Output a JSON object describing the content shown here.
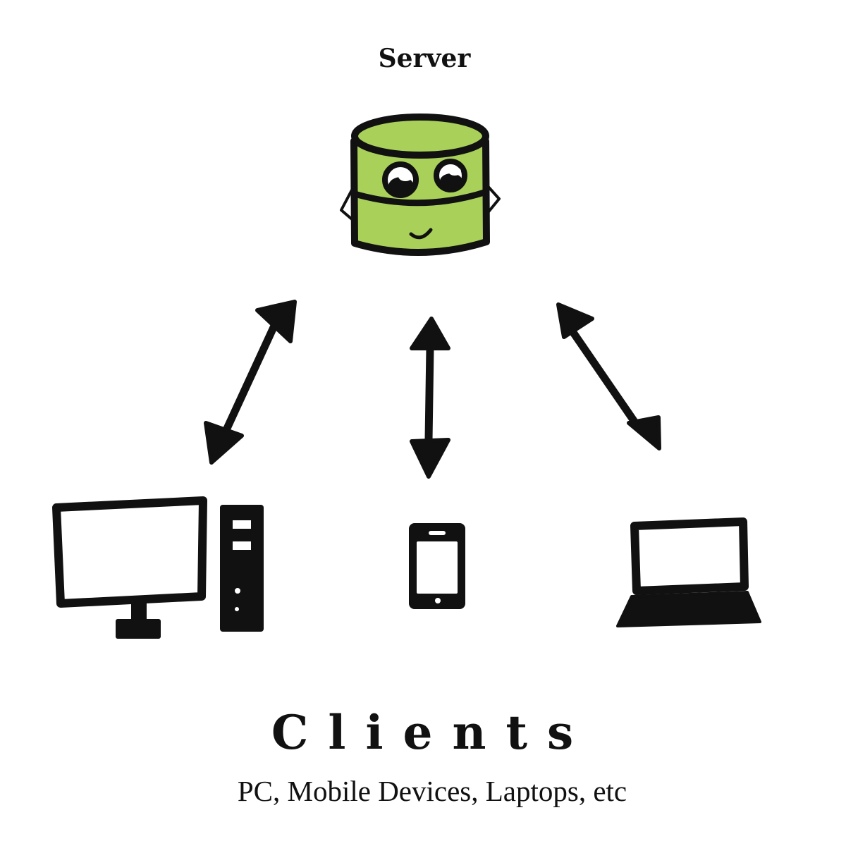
{
  "server": {
    "title": "Server",
    "color": "#a9d15a"
  },
  "clients": {
    "title": "Clients",
    "subtitle": "PC, Mobile Devices, Laptops, etc",
    "devices": [
      "desktop-pc",
      "mobile-phone",
      "laptop"
    ]
  },
  "colors": {
    "ink": "#111111",
    "background": "#ffffff",
    "server_body": "#a9d15a"
  }
}
